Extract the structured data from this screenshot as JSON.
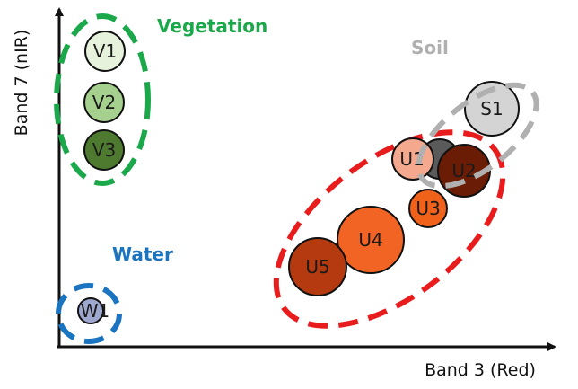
{
  "axes": {
    "x_label": "Band 3 (Red)",
    "y_label": "Band 7 (nIR)"
  },
  "groups": {
    "vegetation": {
      "label": "Vegetation",
      "color": "#1aa84a"
    },
    "soil": {
      "label": "Soil",
      "color": "#b0b0b0"
    },
    "water": {
      "label": "Water",
      "color": "#1a74c0"
    },
    "urban": {
      "label": "",
      "color": "#e81c1c"
    }
  },
  "nodes": {
    "v1": {
      "label": "V1",
      "fill": "#e6f2dc"
    },
    "v2": {
      "label": "V2",
      "fill": "#a6d08e"
    },
    "v3": {
      "label": "V3",
      "fill": "#4e7a30"
    },
    "s1": {
      "label": "S1",
      "fill": "#d4d4d4"
    },
    "u1": {
      "label": "U1",
      "fill": "#f4a98e"
    },
    "u2": {
      "label": "U2",
      "fill": "#6a1c04"
    },
    "u3": {
      "label": "U3",
      "fill": "#f0621a"
    },
    "u4": {
      "label": "U4",
      "fill": "#f26424"
    },
    "u5": {
      "label": "U5",
      "fill": "#b53a10"
    },
    "w1": {
      "label": "W1",
      "fill": "#9ea8cf"
    },
    "hidden": {
      "label": "",
      "fill": "#5a5a5a"
    }
  }
}
